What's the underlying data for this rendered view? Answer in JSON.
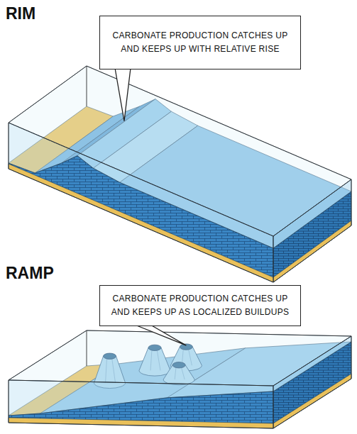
{
  "diagram": {
    "nodes": [
      {
        "text": [
          "CARBONATE PRODUCTION CATCHES UP AND KEEPS UP WITH RELATIVE RISE"
        ]
      },
      {
        "text": [
          "CARBONATE PRODUCTION CATCHES UP AND KEEPS UP AS LOCALIZED BUILDUPS"
        ]
      }
    ],
    "labels": [
      "RIM",
      "RAMP"
    ]
  }
}
